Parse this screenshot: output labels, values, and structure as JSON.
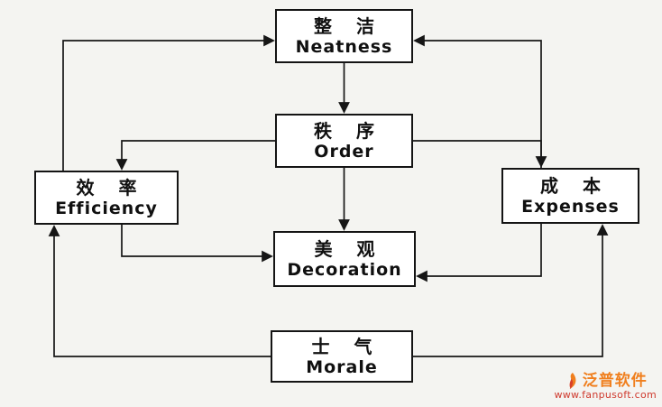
{
  "diagram": {
    "title_implicit": "",
    "nodes": {
      "neatness": {
        "zh": "整 洁",
        "en": "Neatness"
      },
      "order": {
        "zh": "秩 序",
        "en": "Order"
      },
      "efficiency": {
        "zh": "效 率",
        "en": "Efficiency"
      },
      "expenses": {
        "zh": "成 本",
        "en": "Expenses"
      },
      "decoration": {
        "zh": "美 观",
        "en": "Decoration"
      },
      "morale": {
        "zh": "士 气",
        "en": "Morale"
      }
    },
    "edges": [
      {
        "from": "neatness",
        "to": "order"
      },
      {
        "from": "order",
        "to": "decoration"
      },
      {
        "from": "order",
        "to": "efficiency"
      },
      {
        "from": "order",
        "to": "expenses"
      },
      {
        "from": "efficiency",
        "to": "neatness"
      },
      {
        "from": "expenses",
        "to": "neatness"
      },
      {
        "from": "efficiency",
        "to": "decoration"
      },
      {
        "from": "expenses",
        "to": "decoration"
      },
      {
        "from": "morale",
        "to": "efficiency"
      },
      {
        "from": "morale",
        "to": "expenses"
      }
    ],
    "colors": {
      "line": "#161616",
      "box_border": "#141414",
      "box_fill": "#ffffff",
      "background": "#f4f4f1"
    }
  },
  "watermark": {
    "brand": "泛普软件",
    "url": "www.fanpusoft.com",
    "brand_color": "#f07f1e",
    "url_color": "#cf3a2e"
  }
}
